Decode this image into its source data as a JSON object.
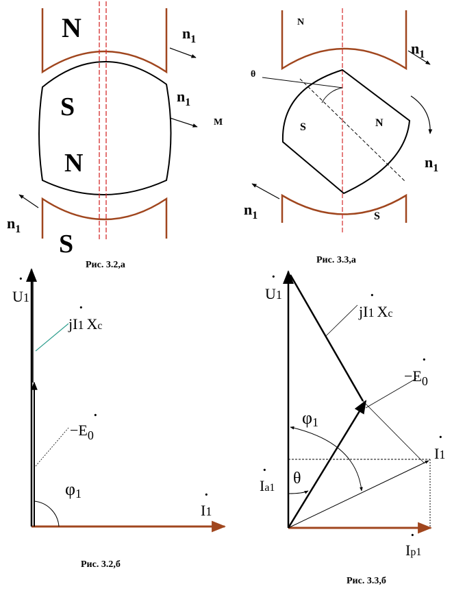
{
  "colors": {
    "pole": "#A0461E",
    "axis": "#D42A2A",
    "line": "#000000",
    "current": "#A0461E",
    "leader": "#2E9E8E"
  },
  "fig32a": {
    "pole_top": "N",
    "rotor_top": "S",
    "rotor_bottom": "N",
    "pole_bottom": "S",
    "n_top_main": "n",
    "n_top_sub": "1",
    "n_mid_main": "n",
    "n_mid_sub": "1",
    "n_bot_main": "n",
    "n_bot_sub": "1",
    "m_label": "M",
    "caption": "Рис. 3.2,а"
  },
  "fig33a": {
    "pole_top": "N",
    "rotor_left": "S",
    "rotor_right": "N",
    "pole_bottom": "S",
    "theta": "θ",
    "n_top_main": "n",
    "n_top_sub": "1",
    "n_right_main": "n",
    "n_right_sub": "1",
    "n_bot_main": "n",
    "n_bot_sub": "1",
    "caption": "Рис. 3.3,а"
  },
  "fig32b": {
    "u_main": "U",
    "u_sub": "1",
    "jix_j": "jI",
    "jix_sub": "1",
    "jix_x": "X",
    "jix_xsub": "c",
    "e_main": "−E",
    "e_sub": "0",
    "phi_main": "φ",
    "phi_sub": "1",
    "i_main": "I",
    "i_sub": "1",
    "caption": "Рис. 3.2,б"
  },
  "fig33b": {
    "u_main": "U",
    "u_sub": "1",
    "jix_j": "jI",
    "jix_sub": "1",
    "jix_x": "X",
    "jix_xsub": "c",
    "e_main": "−E",
    "e_sub": "0",
    "phi_main": "φ",
    "phi_sub": "1",
    "i_main": "I",
    "i_sub": "1",
    "ia_main": "I",
    "ia_sub": "a1",
    "theta": "θ",
    "ip_main": "I",
    "ip_sub": "p1",
    "caption": "Рис. 3.3,б"
  }
}
